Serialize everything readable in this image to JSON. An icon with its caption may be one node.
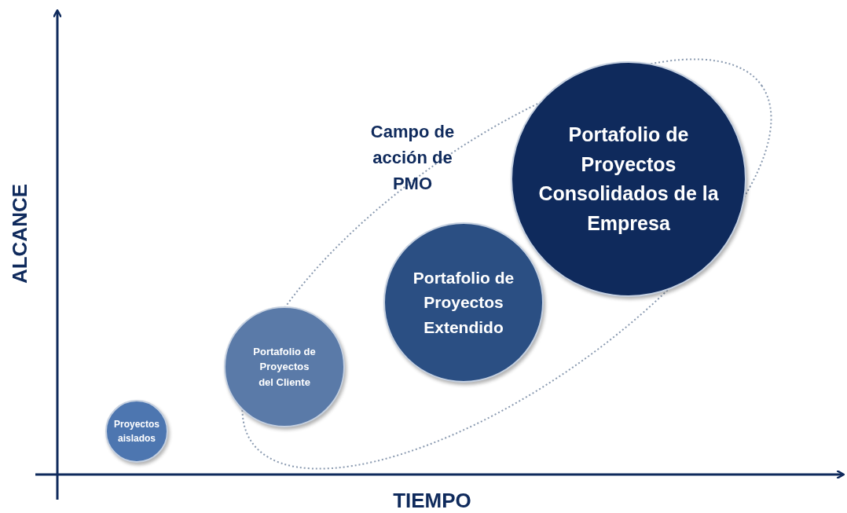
{
  "diagram": {
    "nodes": [
      {
        "text": [
          "Campo de acción de PMO"
        ]
      },
      {
        "text": [
          "Portafolio de Proyectos Consolidados de la Empresa"
        ],
        "in": 0
      },
      {
        "text": [
          "Portafolio de Proyectos Extendido"
        ],
        "in": 0
      },
      {
        "text": [
          "Portafolio de Proyectos del Cliente"
        ],
        "in": 0
      },
      {
        "text": [
          "Proyectos aislados"
        ]
      }
    ],
    "labels": [
      "ALCANCE",
      "TIEMPO"
    ]
  }
}
